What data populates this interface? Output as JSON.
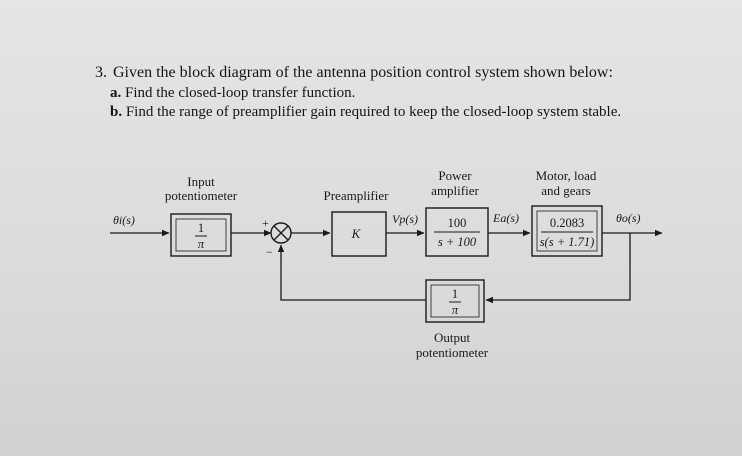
{
  "question": {
    "number": "3.",
    "stem": "Given the block diagram of the antenna position control system shown below:",
    "parts": [
      {
        "label": "a.",
        "text": "Find the closed-loop transfer function."
      },
      {
        "label": "b.",
        "text": "Find the range of preamplifier gain required to keep the closed-loop system stable."
      }
    ]
  },
  "diagram": {
    "input_signal": "θi(s)",
    "output_signal": "θo(s)",
    "blocks": {
      "input_pot": {
        "title_line1": "Input",
        "title_line2": "potentiometer",
        "num": "1",
        "den": "π"
      },
      "preamp": {
        "title": "Preamplifier",
        "tf": "K"
      },
      "power_amp": {
        "title_line1": "Power",
        "title_line2": "amplifier",
        "num": "100",
        "den": "s + 100"
      },
      "motor": {
        "title_line1": "Motor, load",
        "title_line2": "and gears",
        "num": "0.2083",
        "den": "s(s + 1.71)"
      },
      "output_pot": {
        "title_line1": "Output",
        "title_line2": "potentiometer",
        "num": "1",
        "den": "π"
      }
    },
    "intermediate_signals": {
      "vp": "Vp(s)",
      "ea": "Ea(s)"
    },
    "summing_junction": {
      "plus": "+",
      "minus": "−"
    }
  }
}
